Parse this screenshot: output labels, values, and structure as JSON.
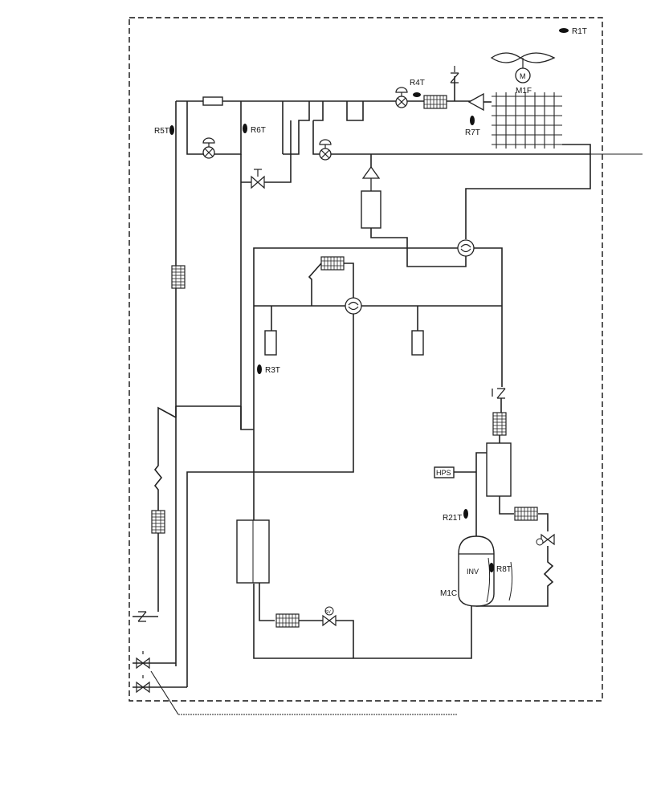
{
  "labels": {
    "r1t": "R1T",
    "r3t": "R3T",
    "r4t": "R4T",
    "r5t": "R5T",
    "r6t": "R6T",
    "r7t": "R7T",
    "r8t": "R8T",
    "r21t": "R21T",
    "m1f": "M1F",
    "m1c": "M1C",
    "hps": "HPS",
    "inv": "INV",
    "motor": "M",
    "sv": "SV"
  }
}
